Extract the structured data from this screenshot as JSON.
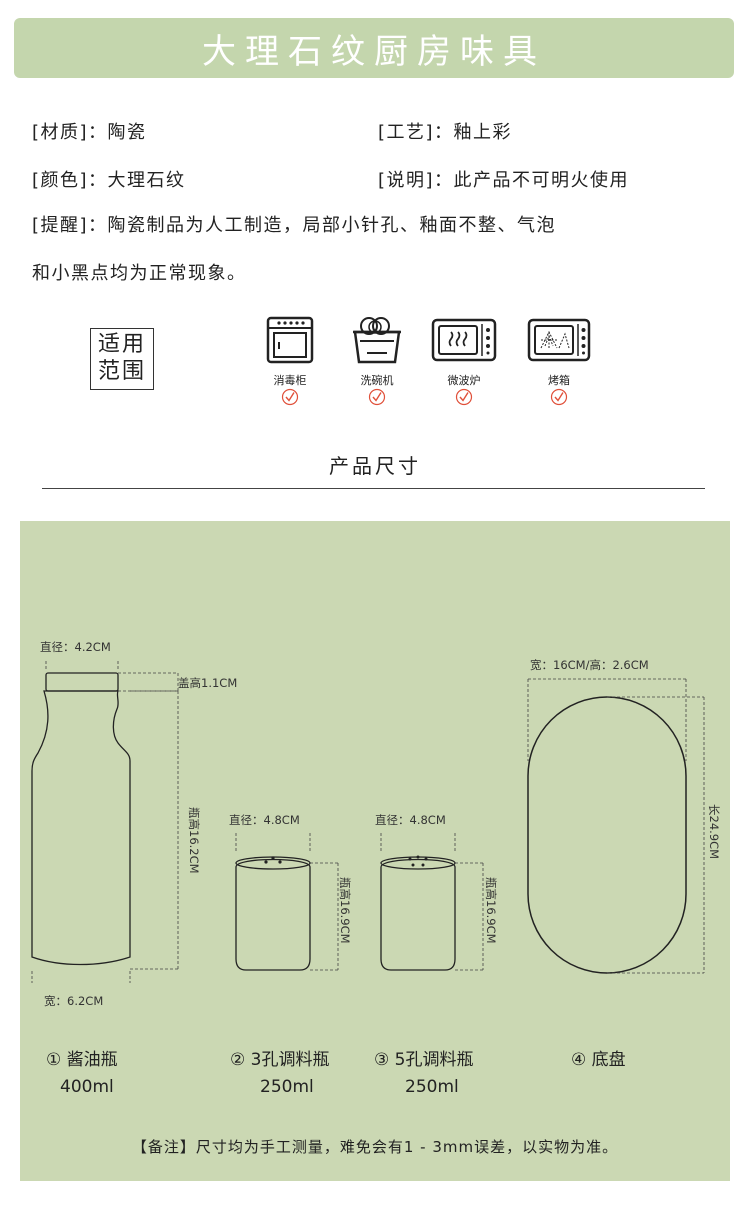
{
  "header": {
    "title": "大理石纹厨房味具"
  },
  "specs": {
    "material": "[材质]：陶瓷",
    "process": "[工艺]：釉上彩",
    "color": "[颜色]：大理石纹",
    "usage": "[说明]：此产品不可明火使用",
    "reminder_line1": "[提醒]：陶瓷制品为人工制造，局部小针孔、釉面不整、气泡",
    "reminder_line2": "和小黑点均为正常现象。"
  },
  "applicable": {
    "label_line1": "适用",
    "label_line2": "范围",
    "items": [
      {
        "label": "消毒柜",
        "icon": "sterilizer-icon",
        "check": "✓"
      },
      {
        "label": "洗碗机",
        "icon": "dishwasher-icon",
        "check": "✓"
      },
      {
        "label": "微波炉",
        "icon": "microwave-icon",
        "check": "✓"
      },
      {
        "label": "烤箱",
        "icon": "oven-icon",
        "check": "✓"
      }
    ]
  },
  "size_section": {
    "title": "产品尺寸",
    "soy_bottle": {
      "diameter": "直径：4.2CM",
      "lid_height": "盖高1.1CM",
      "height": "瓶高16.2CM",
      "width": "宽：6.2CM"
    },
    "shaker_3": {
      "diameter": "直径：4.8CM",
      "height": "瓶高16.9CM"
    },
    "shaker_5": {
      "diameter": "直径：4.8CM",
      "height": "瓶高16.9CM"
    },
    "tray": {
      "size": "宽：16CM/高：2.6CM",
      "length": "长24.9CM"
    },
    "products": [
      {
        "name": "① 酱油瓶",
        "volume": "400ml"
      },
      {
        "name": "② 3孔调料瓶",
        "volume": "250ml"
      },
      {
        "name": "③ 5孔调料瓶",
        "volume": "250ml"
      },
      {
        "name": "④ 底盘",
        "volume": ""
      }
    ],
    "note": "【备注】尺寸均为手工测量，难免会有1 - 3mm误差，以实物为准。"
  },
  "colors": {
    "banner": "#c4d6ad",
    "panel": "#cbd8b3",
    "check": "#e0503a"
  }
}
